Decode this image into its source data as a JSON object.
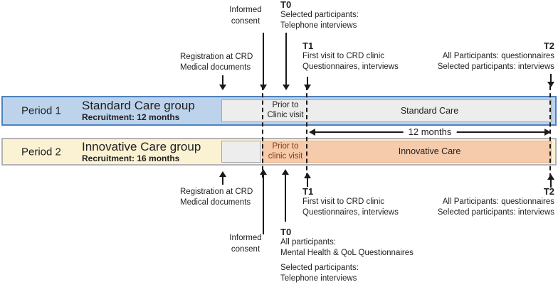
{
  "colors": {
    "period1-fill": "#bdd3ec",
    "period1-border": "#4f81bd",
    "period2-fill": "#fbf2d4",
    "period2-border": "#b3b3b3",
    "box-fill": "#ededed",
    "box-border": "#a6a6a6",
    "care2-fill": "#f6cbab",
    "care2-border": "#e8b48c",
    "prior2-text": "#843c0c",
    "line": "#1a1a1a"
  },
  "annotations": {
    "informed_consent_top": [
      "Informed",
      "consent"
    ],
    "registration_top": [
      "Registration at CRD",
      "Medical documents"
    ],
    "registration_bottom": [
      "Registration at CRD",
      "Medical documents"
    ],
    "informed_consent_bottom": [
      "Informed",
      "consent"
    ]
  },
  "timepoints": {
    "t0_top": {
      "label": "T0",
      "lines": [
        "Selected participants:",
        "Telephone interviews"
      ]
    },
    "t1_top": {
      "label": "T1",
      "lines": [
        "First visit to CRD clinic",
        "Questionnaires, interviews"
      ]
    },
    "t2_top": {
      "label": "T2",
      "lines": [
        "All Participants: questionnaires",
        "Selected participants: interviews"
      ]
    },
    "t1_bottom": {
      "label": "T1",
      "lines": [
        "First visit to CRD clinic",
        "Questionnaires, interviews"
      ]
    },
    "t2_bottom": {
      "label": "T2",
      "lines": [
        "All Participants: questionnaires",
        "Selected participants: interviews"
      ]
    },
    "t0_bottom": {
      "label": "T0",
      "lines": [
        "All participants:",
        "Mental Health & QoL Questionnaires"
      ],
      "lines2": [
        "Selected participants:",
        "Telephone interviews"
      ]
    }
  },
  "periods": [
    {
      "label": "Period 1",
      "group": "Standard Care group",
      "recruitment": "Recruitment: 12 months",
      "prior_line1": "Prior to",
      "prior_line2": "Clinic visit",
      "care": "Standard Care"
    },
    {
      "label": "Period 2",
      "group": "Innovative Care group",
      "recruitment": "Recruitment: 16 months",
      "prior_line1": "Prior to",
      "prior_line2": "clinic visit",
      "care": "Innovative Care"
    }
  ],
  "duration": {
    "label": "12 months"
  }
}
